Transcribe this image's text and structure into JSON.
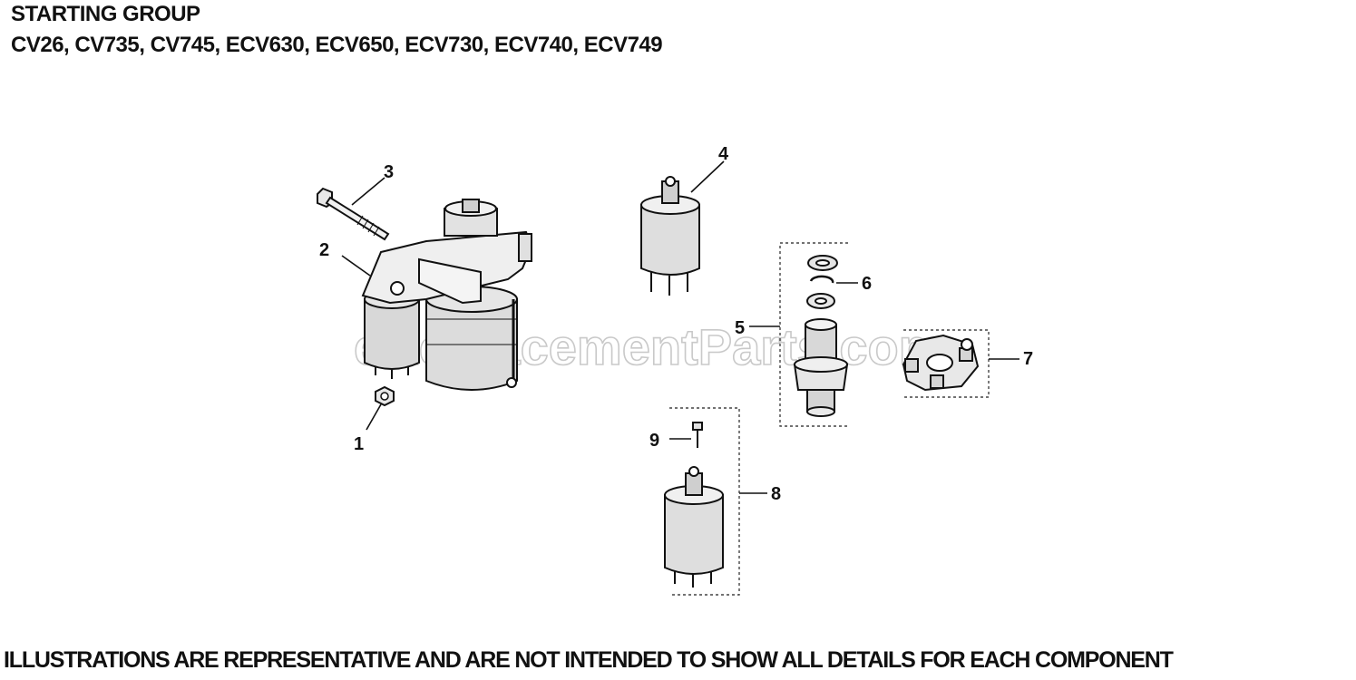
{
  "header": {
    "title": "STARTING GROUP",
    "models": "CV26, CV735, CV745, ECV630, ECV650, ECV730, ECV740, ECV749"
  },
  "watermark": "eReplacementParts.com",
  "callouts": {
    "c1": "1",
    "c2": "2",
    "c3": "3",
    "c4": "4",
    "c5": "5",
    "c6": "6",
    "c7": "7",
    "c8": "8",
    "c9": "9"
  },
  "footer": {
    "disclaimer": "ILLUSTRATIONS ARE REPRESENTATIVE AND ARE NOT INTENDED TO SHOW ALL DETAILS FOR EACH COMPONENT"
  }
}
